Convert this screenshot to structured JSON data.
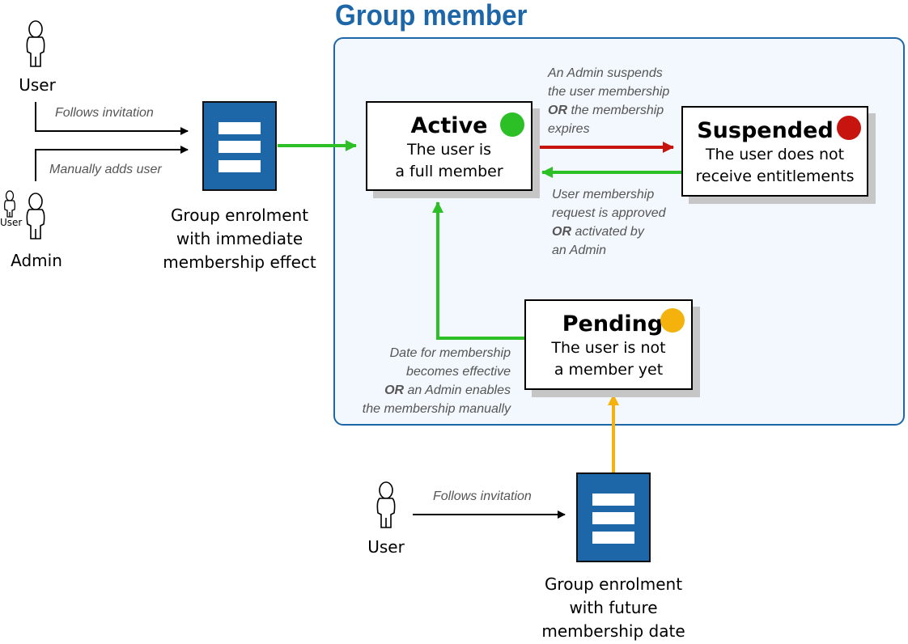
{
  "title": "Group member",
  "states": {
    "active": {
      "title": "Active",
      "desc": [
        "The user is",
        "a full member"
      ],
      "color": "#2dbf26"
    },
    "suspended": {
      "title": "Suspended",
      "desc": [
        "The user does not",
        "receive entitlements"
      ],
      "color": "#c8140f"
    },
    "pending": {
      "title": "Pending",
      "desc": [
        "The user is not",
        "a member yet"
      ],
      "color": "#f6b20c"
    }
  },
  "captions": {
    "suspend": {
      "line1": "An Admin suspends",
      "line2": "the user membership",
      "or": "OR",
      "line3_rest": " the membership",
      "line4": "expires"
    },
    "approve": {
      "line1": "User membership",
      "line2": "request is approved",
      "or": "OR",
      "line3_rest": " activated by",
      "line4": "an Admin"
    },
    "effective": {
      "line1": "Date for membership",
      "line2": "becomes effective",
      "or": "OR",
      "line3_rest": " an Admin enables",
      "line4": "the membership manually"
    },
    "follows_invitation_top": "Follows invitation",
    "manually_adds": "Manually adds user",
    "follows_invitation_bottom": "Follows invitation"
  },
  "actors": {
    "user_top": "User",
    "admin": "Admin",
    "admin_small": "User",
    "user_bottom": "User"
  },
  "enrolments": {
    "immediate": [
      "Group enrolment",
      "with immediate",
      "membership effect"
    ],
    "future": [
      "Group enrolment",
      "with future",
      "membership date"
    ]
  },
  "colors": {
    "brand_blue": "#1d67a8",
    "arrow_green": "#2dbf26",
    "arrow_red": "#c8140f",
    "arrow_yellow": "#f6b20c"
  }
}
